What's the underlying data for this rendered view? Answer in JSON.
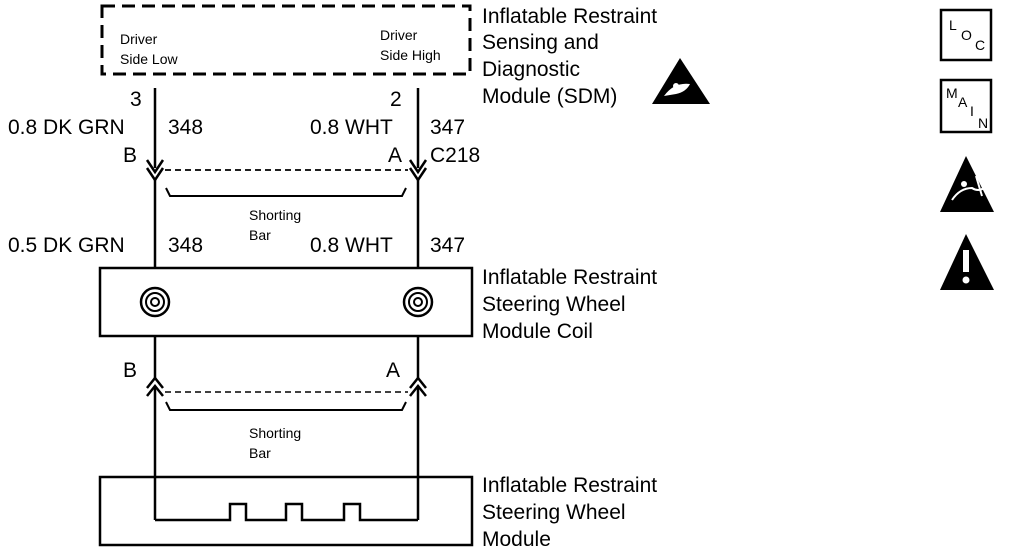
{
  "sdm": {
    "title_lines": [
      "Inflatable Restraint",
      "Sensing and",
      "Diagnostic",
      "Module (SDM)"
    ],
    "pin_left_label": [
      "Driver",
      "Side Low"
    ],
    "pin_right_label": [
      "Driver",
      "Side High"
    ]
  },
  "upper": {
    "left_pin": "3",
    "right_pin": "2",
    "left_wire_color": "0.8 DK GRN",
    "left_circuit": "348",
    "right_wire_color": "0.8 WHT",
    "right_circuit": "347",
    "left_terminal": "B",
    "right_terminal": "A",
    "connector": "C218",
    "shorting_bar": [
      "Shorting",
      "Bar"
    ]
  },
  "middle": {
    "left_wire_color": "0.5 DK GRN",
    "left_circuit": "348",
    "right_wire_color": "0.8 WHT",
    "right_circuit": "347"
  },
  "coil": {
    "title_lines": [
      "Inflatable Restraint",
      "Steering Wheel",
      "Module Coil"
    ]
  },
  "lower": {
    "left_terminal": "B",
    "right_terminal": "A",
    "shorting_bar": [
      "Shorting",
      "Bar"
    ]
  },
  "module": {
    "title_lines": [
      "Inflatable Restraint",
      "Steering Wheel",
      "Module"
    ]
  },
  "side_icons": {
    "loc": [
      "L",
      "O",
      "C"
    ],
    "main": [
      "M",
      "A",
      "I",
      "N"
    ],
    "icons": [
      "loc-icon",
      "main-icon",
      "esd-warning-icon",
      "caution-icon"
    ]
  }
}
